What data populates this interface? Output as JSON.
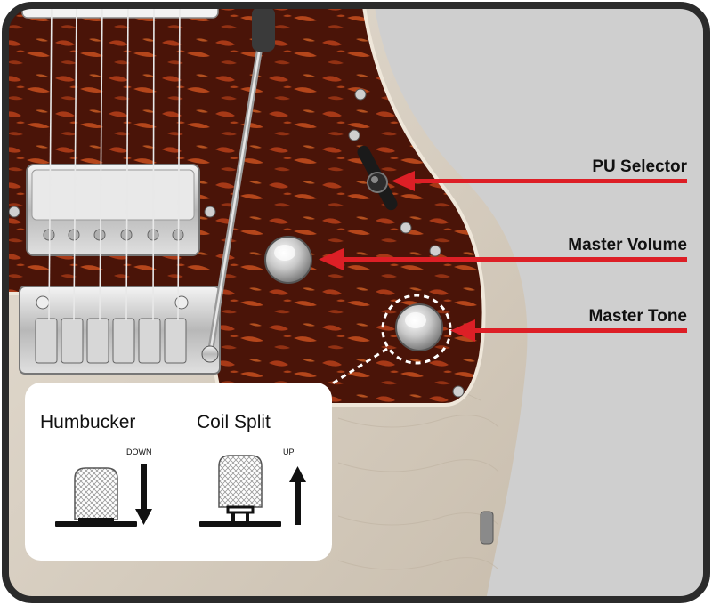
{
  "callouts": [
    {
      "id": "pu-selector",
      "label": "PU Selector"
    },
    {
      "id": "master-volume",
      "label": "Master Volume"
    },
    {
      "id": "master-tone",
      "label": "Master Tone"
    }
  ],
  "inset": {
    "humbucker": {
      "title": "Humbucker",
      "direction": "DOWN"
    },
    "coil_split": {
      "title": "Coil Split",
      "direction": "UP"
    }
  },
  "colors": {
    "arrow": "#dd1f26",
    "frame": "#2b2b2b",
    "pickguard": "#5a1a0c",
    "body": "#d8d0c4",
    "background": "#cfcfcf"
  }
}
